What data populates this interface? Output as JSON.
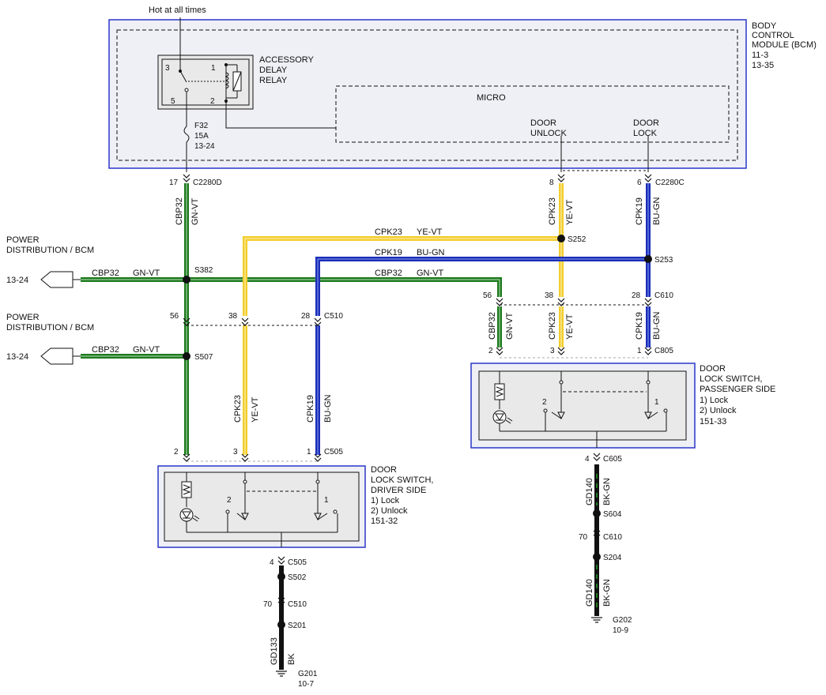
{
  "colors": {
    "wire_green": "#1e7a1e",
    "wire_yellow": "#f2cd2e",
    "wire_blue": "#1a2eb8",
    "wire_black": "#111111",
    "module_fill": "#eef0f5",
    "module_border": "#2a36c8",
    "component_fill": "#e9e9e9"
  },
  "top": {
    "hot_label": "Hot at all times"
  },
  "bcm": {
    "label_lines": [
      "BODY",
      "CONTROL",
      "MODULE (BCM)",
      "11-3",
      "13-35"
    ],
    "relay_lines": [
      "ACCESSORY",
      "DELAY",
      "RELAY"
    ],
    "relay_pins": [
      "3",
      "1",
      "5",
      "2"
    ],
    "micro": "MICRO",
    "door_unlock": [
      "DOOR",
      "UNLOCK"
    ],
    "door_lock": [
      "DOOR",
      "LOCK"
    ]
  },
  "fuse": {
    "lines": [
      "F32",
      "15A",
      "13-24"
    ]
  },
  "connectors": {
    "c2280d": {
      "pin": "17",
      "name": "C2280D"
    },
    "c2280c_unlock_pin": "8",
    "c2280c": {
      "pin": "6",
      "name": "C2280C"
    },
    "c510_green_pin": "56",
    "c510_yellow_pin": "38",
    "c510": {
      "pin": "28",
      "name": "C510"
    },
    "c610_green_pin": "56",
    "c610_yellow_pin": "38",
    "c610": {
      "pin": "28",
      "name": "C610"
    },
    "c505_green_pin": "2",
    "c505_yellow_pin": "3",
    "c505": {
      "pin": "1",
      "name": "C505"
    },
    "c805_green_pin": "2",
    "c805_yellow_pin": "3",
    "c805": {
      "pin": "1",
      "name": "C805"
    },
    "c505_ground": {
      "pin": "4",
      "name": "C505"
    },
    "c510_ground": {
      "pin": "70",
      "name": "C510"
    },
    "c605_ground": {
      "pin": "4",
      "name": "C605"
    },
    "c610_ground": {
      "pin": "70",
      "name": "C610"
    }
  },
  "splices": [
    "S382",
    "S507",
    "S252",
    "S253",
    "S502",
    "S201",
    "S604",
    "S204"
  ],
  "wires": {
    "cbp32": "CBP32",
    "gn_vt": "GN-VT",
    "cpk23": "CPK23",
    "ye_vt": "YE-VT",
    "cpk19": "CPK19",
    "bu_gn": "BU-GN",
    "gd133": "GD133",
    "bk": "BK",
    "gd140": "GD140",
    "bk_gn": "BK-GN"
  },
  "power": {
    "label_lines": [
      "POWER",
      "DISTRIBUTION / BCM"
    ],
    "ref": "13-24"
  },
  "driver_switch": {
    "lines": [
      "DOOR",
      "LOCK SWITCH,",
      "DRIVER SIDE",
      "1) Lock",
      "2) Unlock",
      "151-32"
    ],
    "pos2": "2",
    "pos1": "1"
  },
  "passenger_switch": {
    "lines": [
      "DOOR",
      "LOCK SWITCH,",
      "PASSENGER SIDE",
      "1) Lock",
      "2) Unlock",
      "151-33"
    ],
    "pos2": "2",
    "pos1": "1"
  },
  "grounds": {
    "g201": [
      "G201",
      "10-7"
    ],
    "g202": [
      "G202",
      "10-9"
    ]
  }
}
